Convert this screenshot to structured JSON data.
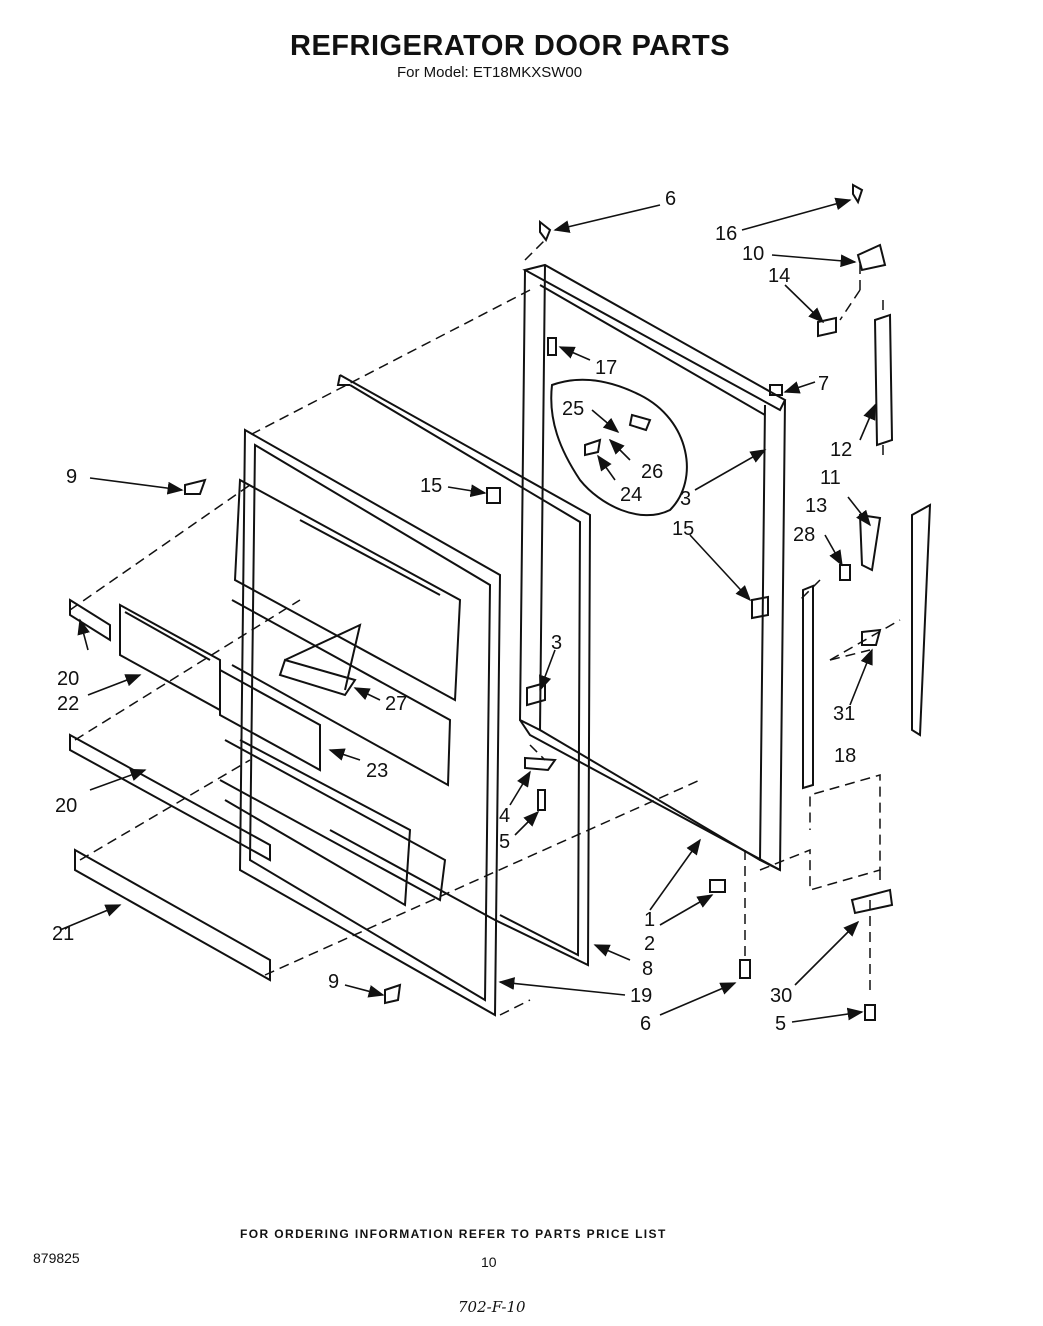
{
  "title": "REFRIGERATOR DOOR PARTS",
  "subtitle": "For Model: ET18MKXSW00",
  "footer_note": "FOR ORDERING INFORMATION REFER TO PARTS PRICE LIST",
  "document_number": "879825",
  "page_number": "10",
  "handwritten_code": "702-F-10",
  "callouts": [
    {
      "id": "c6a",
      "label": "6"
    },
    {
      "id": "c16",
      "label": "16"
    },
    {
      "id": "c10",
      "label": "10"
    },
    {
      "id": "c14",
      "label": "14"
    },
    {
      "id": "c17",
      "label": "17"
    },
    {
      "id": "c7",
      "label": "7"
    },
    {
      "id": "c25",
      "label": "25"
    },
    {
      "id": "c12",
      "label": "12"
    },
    {
      "id": "c26",
      "label": "26"
    },
    {
      "id": "c24",
      "label": "24"
    },
    {
      "id": "c9a",
      "label": "9"
    },
    {
      "id": "c15a",
      "label": "15"
    },
    {
      "id": "c3a",
      "label": "3"
    },
    {
      "id": "c11",
      "label": "11"
    },
    {
      "id": "c15b",
      "label": "15"
    },
    {
      "id": "c13",
      "label": "13"
    },
    {
      "id": "c28",
      "label": "28"
    },
    {
      "id": "c3b",
      "label": "3"
    },
    {
      "id": "c20a",
      "label": "20"
    },
    {
      "id": "c22",
      "label": "22"
    },
    {
      "id": "c27",
      "label": "27"
    },
    {
      "id": "c31",
      "label": "31"
    },
    {
      "id": "c23",
      "label": "23"
    },
    {
      "id": "c18",
      "label": "18"
    },
    {
      "id": "c20b",
      "label": "20"
    },
    {
      "id": "c4",
      "label": "4"
    },
    {
      "id": "c5a",
      "label": "5"
    },
    {
      "id": "c1",
      "label": "1"
    },
    {
      "id": "c21",
      "label": "21"
    },
    {
      "id": "c2",
      "label": "2"
    },
    {
      "id": "c8",
      "label": "8"
    },
    {
      "id": "c9b",
      "label": "9"
    },
    {
      "id": "c19",
      "label": "19"
    },
    {
      "id": "c30",
      "label": "30"
    },
    {
      "id": "c6b",
      "label": "6"
    },
    {
      "id": "c5b",
      "label": "5"
    }
  ]
}
